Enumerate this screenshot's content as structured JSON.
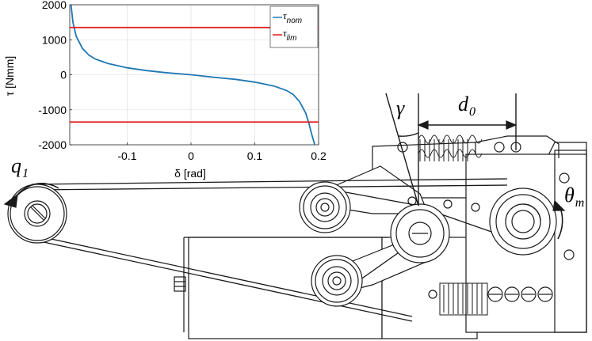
{
  "chart_data": {
    "type": "line",
    "xlabel": "δ [rad]",
    "ylabel": "τ [Nmm]",
    "xlim": [
      -0.19,
      0.2
    ],
    "ylim": [
      -2000,
      2000
    ],
    "xticks": [
      "-0.1",
      "0",
      "0.1",
      "0.2"
    ],
    "yticks": [
      "2000",
      "1000",
      "0",
      "-1000",
      "-2000"
    ],
    "grid": true,
    "legend_position": "top-right",
    "series": [
      {
        "name": "τ_nom",
        "legend_symbol": "τ",
        "legend_sub": "nom",
        "color": "#1f77b4",
        "x": [
          -0.188,
          -0.185,
          -0.18,
          -0.17,
          -0.16,
          -0.15,
          -0.13,
          -0.1,
          -0.07,
          -0.04,
          0,
          0.04,
          0.07,
          0.1,
          0.13,
          0.15,
          0.16,
          0.17,
          0.18,
          0.185,
          0.19,
          0.194
        ],
        "y": [
          2000,
          1500,
          1100,
          750,
          560,
          450,
          320,
          200,
          120,
          60,
          0,
          -80,
          -130,
          -210,
          -320,
          -450,
          -560,
          -760,
          -1100,
          -1400,
          -1750,
          -2000
        ]
      },
      {
        "name": "τ_lim",
        "legend_symbol": "τ",
        "legend_sub": "lim",
        "color": "#e41a1c",
        "x": [
          -0.19,
          0.2
        ],
        "y": [
          1350,
          1350
        ],
        "mirror_y": [
          -1350,
          -1350
        ]
      }
    ]
  },
  "annotations": {
    "q": "q",
    "q_sub": "1",
    "gamma": "γ",
    "d": "d",
    "d_sub": "0",
    "theta": "θ",
    "theta_sub": "m"
  }
}
